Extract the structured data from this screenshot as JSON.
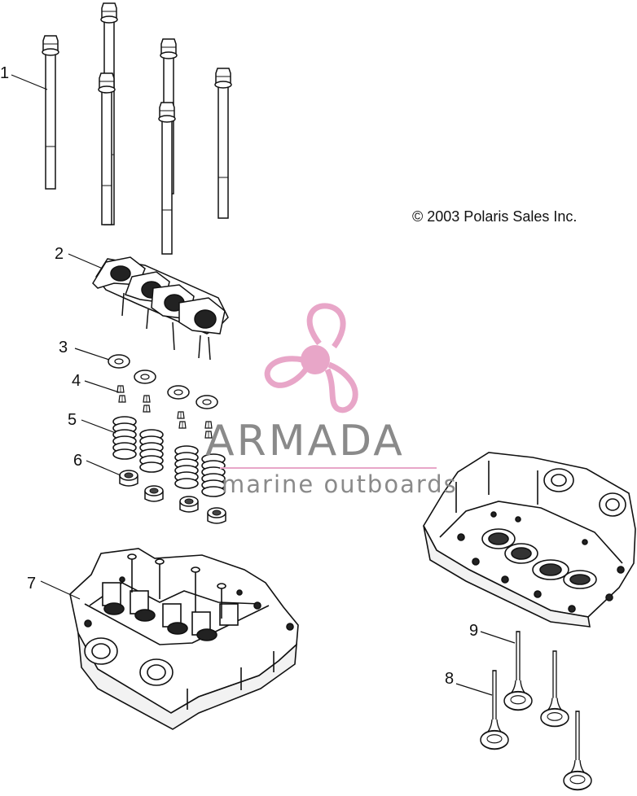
{
  "copyright": "© 2003 Polaris Sales Inc.",
  "watermark": {
    "brand": "ARMADA",
    "tagline": "marine outboards",
    "logo_color": "#e8a6c8",
    "text_color": "#8a8a8a",
    "logo_icon": "propeller-icon"
  },
  "callouts": [
    {
      "id": "1",
      "label": "1"
    },
    {
      "id": "2",
      "label": "2"
    },
    {
      "id": "3",
      "label": "3"
    },
    {
      "id": "4",
      "label": "4"
    },
    {
      "id": "5",
      "label": "5"
    },
    {
      "id": "6",
      "label": "6"
    },
    {
      "id": "7",
      "label": "7"
    },
    {
      "id": "8",
      "label": "8"
    },
    {
      "id": "9",
      "label": "9"
    }
  ]
}
